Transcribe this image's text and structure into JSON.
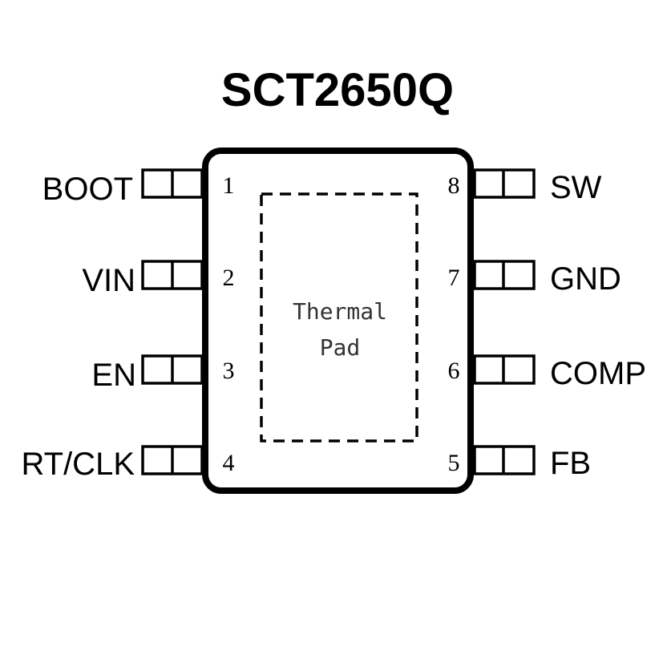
{
  "title": "SCT2650Q",
  "thermal_pad": {
    "line1": "Thermal",
    "line2": "Pad"
  },
  "pins": {
    "left": [
      {
        "number": "1",
        "name": "BOOT"
      },
      {
        "number": "2",
        "name": "VIN"
      },
      {
        "number": "3",
        "name": "EN"
      },
      {
        "number": "4",
        "name": "RT/CLK"
      }
    ],
    "right": [
      {
        "number": "8",
        "name": "SW"
      },
      {
        "number": "7",
        "name": "GND"
      },
      {
        "number": "6",
        "name": "COMP"
      },
      {
        "number": "5",
        "name": "FB"
      }
    ]
  },
  "colors": {
    "stroke": "#000000",
    "background": "#ffffff"
  }
}
